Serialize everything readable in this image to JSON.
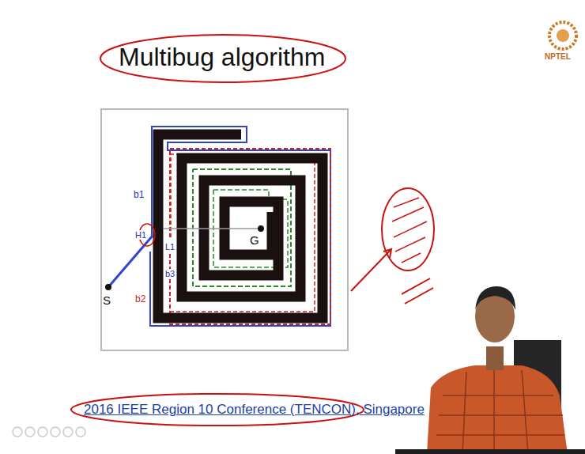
{
  "diagram": {
    "title": "Multibug algorithm",
    "caption": "2016 IEEE Region 10 Conference (TENCON), Singapore",
    "labels": [
      "b1",
      "H1",
      "L1",
      "b3",
      "b2",
      "S",
      "G",
      "NPTEL"
    ]
  }
}
